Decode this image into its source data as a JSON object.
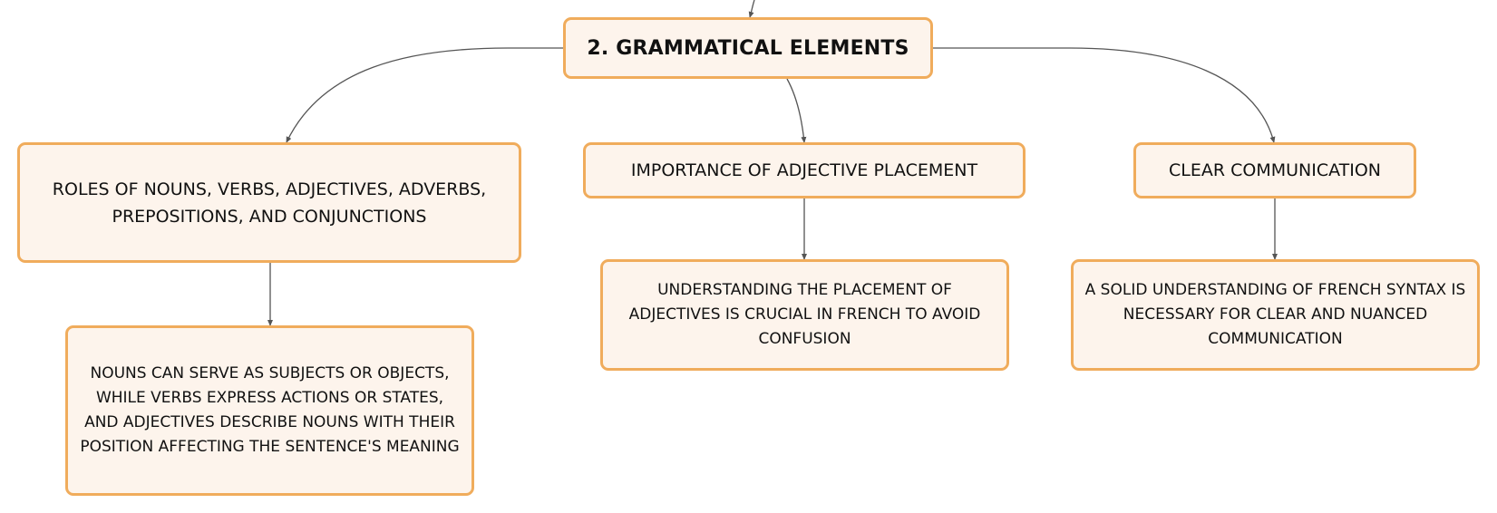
{
  "root": {
    "label": "2. GRAMMATICAL ELEMENTS"
  },
  "topics": [
    {
      "label": "ROLES OF NOUNS, VERBS, ADJECTIVES, ADVERBS, PREPOSITIONS, AND CONJUNCTIONS",
      "detail": "NOUNS CAN SERVE AS SUBJECTS OR OBJECTS, WHILE VERBS EXPRESS ACTIONS OR STATES, AND ADJECTIVES DESCRIBE NOUNS WITH THEIR POSITION AFFECTING THE SENTENCE'S MEANING"
    },
    {
      "label": "IMPORTANCE OF ADJECTIVE PLACEMENT",
      "detail": "UNDERSTANDING THE PLACEMENT OF ADJECTIVES IS CRUCIAL IN FRENCH TO AVOID CONFUSION"
    },
    {
      "label": "CLEAR COMMUNICATION",
      "detail": "A SOLID UNDERSTANDING OF FRENCH SYNTAX IS NECESSARY FOR CLEAR AND NUANCED COMMUNICATION"
    }
  ],
  "colors": {
    "node_fill": "#fdf4ec",
    "node_border": "#f0ac5c",
    "edge": "#555555",
    "text": "#111111"
  }
}
